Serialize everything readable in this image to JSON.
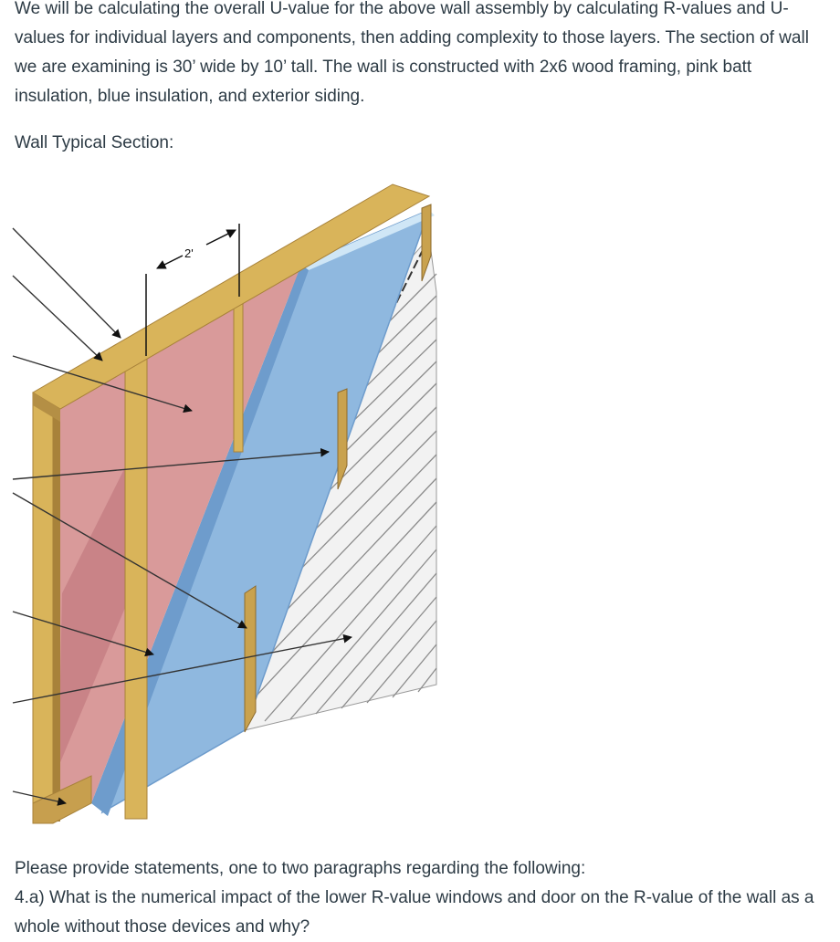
{
  "intro": "We will be calculating the overall U-value for the above wall assembly by calculating R-values and U-values for individual layers and components, then adding complexity to those layers. The section of wall we are examining is 30’ wide by 10’ tall. The wall is constructed with 2x6 wood framing, pink batt insulation, blue insulation, and exterior siding.",
  "section_label": "Wall Typical Section:",
  "figure": {
    "dimension_label": "2'",
    "colors": {
      "wood": "#d9b45a",
      "wood_dark": "#a8823a",
      "pink_insulation": "#d99a9a",
      "pink_dark": "#b86d70",
      "blue_insulation": "#8fb8df",
      "blue_edge": "#6e9ccc",
      "siding": "#f2f2f2",
      "siding_line": "#8c8c8c"
    }
  },
  "prompt": "Please provide statements, one to two paragraphs regarding the following:",
  "question": "4.a) What is the numerical impact of the lower R-value windows and door on the R-value of the wall as a whole without those devices and why?"
}
